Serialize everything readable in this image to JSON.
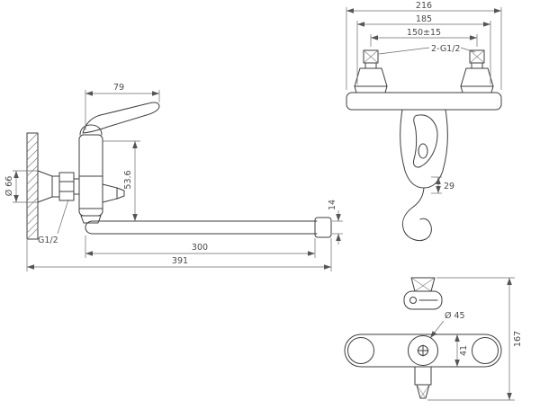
{
  "side": {
    "handle": "79",
    "flange": "Ø 66",
    "height": "53.6",
    "spout_h": "14",
    "thread": "G1/2",
    "reach": "300",
    "total": "391"
  },
  "front": {
    "overall": "216",
    "width": "185",
    "centers": "150±15",
    "threads": "2-G1/2",
    "lever": "29"
  },
  "bottom": {
    "diameter": "Ø 45",
    "depth": "41",
    "height": "167"
  }
}
